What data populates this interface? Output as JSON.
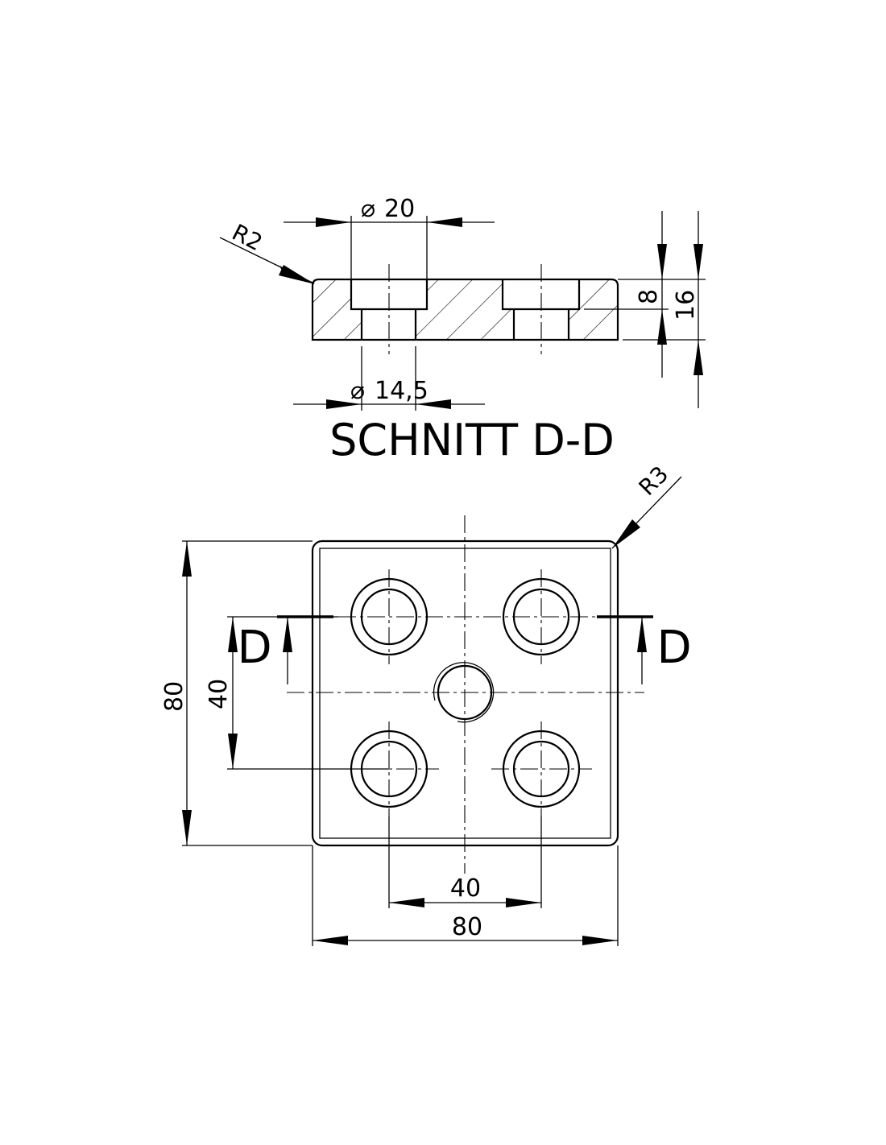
{
  "section_view": {
    "title": "SCHNITT D-D",
    "dims": {
      "counterbore_diameter": "20",
      "hole_diameter": "14,5",
      "edge_radius": "R2",
      "counterbore_depth": "8",
      "thickness": "16"
    },
    "diameter_symbol": "⌀"
  },
  "plan_view": {
    "section_marker_left": "D",
    "section_marker_right": "D",
    "dims": {
      "corner_radius": "R3",
      "height": "80",
      "hole_spacing_vertical": "40",
      "hole_spacing_horizontal": "40",
      "width": "80"
    }
  }
}
